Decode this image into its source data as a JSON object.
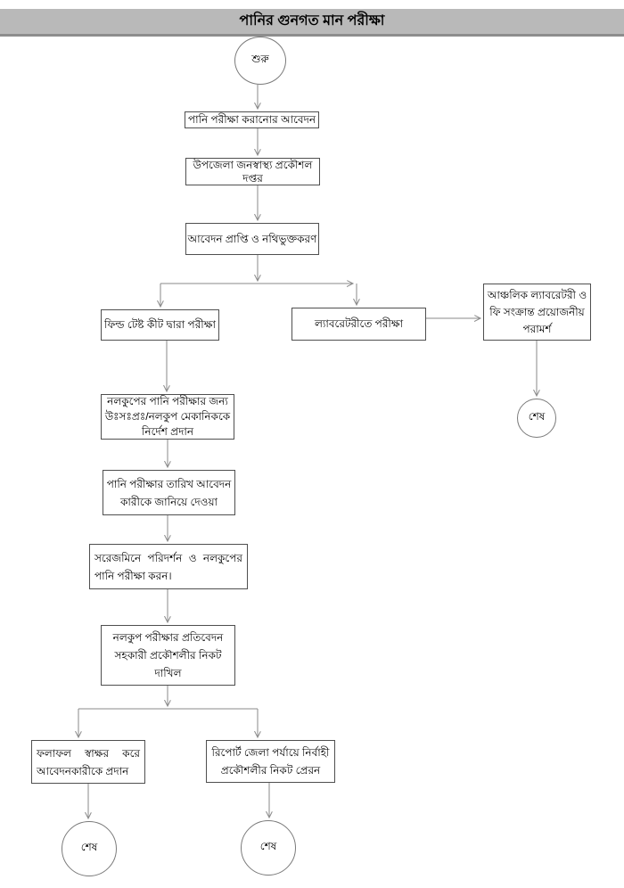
{
  "title": "পানির গুনগত মান পরীক্ষা",
  "colors": {
    "background": "#ffffff",
    "header_bg": "#b9b9b9",
    "header_edge": "#8d8d8d",
    "box_border": "#4f4f4f",
    "connector": "#8a8a8a",
    "text": "#000000"
  },
  "terminals": {
    "start": {
      "label": "শুরু"
    },
    "end_lab": {
      "label": "শেষ"
    },
    "end_result": {
      "label": "শেষ"
    },
    "end_report": {
      "label": "শেষ"
    }
  },
  "nodes": {
    "application": {
      "lines": [
        "পানি পরীক্ষা করানোর আবেদন"
      ]
    },
    "upazila_office": {
      "lines": [
        "উপজেলা জনস্বাস্থ্য প্রকৌশল",
        "দপ্তর"
      ]
    },
    "receipt_registration": {
      "lines": [
        "আবেদন প্রাপ্তি ও নথিভুক্তকরণ"
      ]
    },
    "field_test": {
      "lines": [
        "ফিল্ড টেষ্ট কীট দ্বারা পরীক্ষা"
      ]
    },
    "lab_test": {
      "lines": [
        "ল্যাবরেটরীতে পরীক্ষা"
      ]
    },
    "regional_lab_advice": {
      "lines": [
        "আঞ্চলিক ল্যাবরেটরী ও",
        "ফি সংক্রান্ত প্রয়োজনীয়",
        "পরামর্শ"
      ]
    },
    "mechanic_instruction": {
      "lines": [
        "নলকুপের পানি পরীক্ষার জন্য",
        "উঃসঃপ্রঃ/নলকুপ মেকানিককে",
        "নির্দেশ প্রদান"
      ]
    },
    "date_notification": {
      "lines": [
        "পানি পরীক্ষার তারিখ আবেদন",
        "কারীকে জানিয়ে দেওয়া"
      ]
    },
    "site_inspection": {
      "lines": [
        "সরেজমিনে পরিদর্শন ও নলকুপের",
        "পানি পরীক্ষা করন।"
      ]
    },
    "report_submission": {
      "lines": [
        "নলকুপ পরীক্ষার প্রতিবেদন",
        "সহকারী প্রকৌশলীর নিকট",
        "দাখিল"
      ]
    },
    "result_delivery": {
      "lines": [
        "ফলাফল স্বাক্ষর করে",
        "আবেদনকারীকে প্রদান"
      ]
    },
    "report_to_executive": {
      "lines": [
        "রিপোর্ট জেলা পর্যায়ে নির্বাহী",
        "প্রকৌশলীর নিকট প্রেরন"
      ]
    }
  }
}
